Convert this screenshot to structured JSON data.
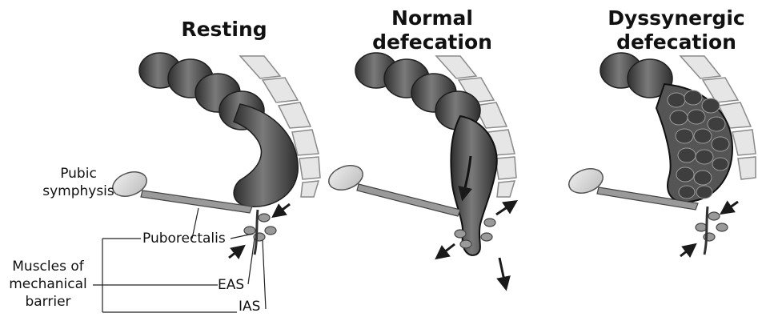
{
  "panels": [
    {
      "title_lines": [
        "Resting"
      ]
    },
    {
      "title_lines": [
        "Normal",
        "defecation"
      ]
    },
    {
      "title_lines": [
        "Dyssynergic",
        "defecation"
      ]
    }
  ],
  "labels": {
    "pubic_symphysis": [
      "Pubic",
      "symphysis"
    ],
    "puborectalis": "Puborectalis",
    "muscles_of_mechanical_barrier": [
      "Muscles of",
      "mechanical",
      "barrier"
    ],
    "eas": "EAS",
    "ias": "IAS"
  },
  "colors": {
    "bowel_dark": "#3a3a3a",
    "bowel_mid": "#6e6e6e",
    "bone_fill": "#d9d9d9",
    "line": "#1a1a1a"
  }
}
